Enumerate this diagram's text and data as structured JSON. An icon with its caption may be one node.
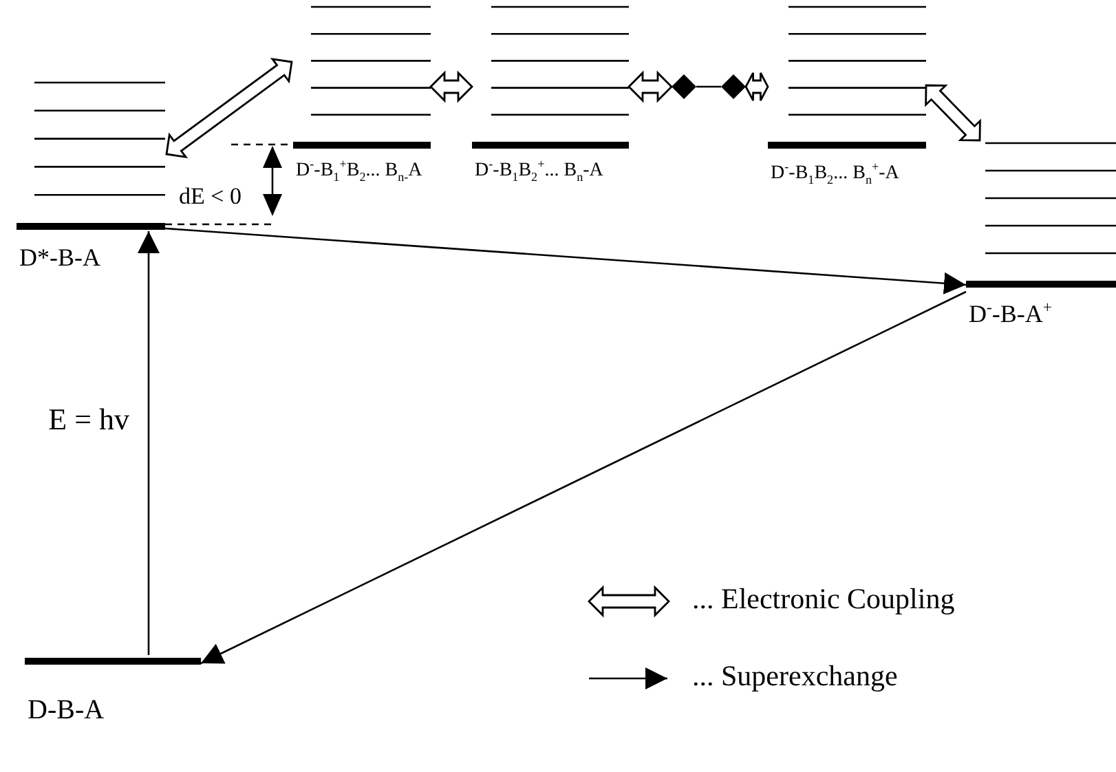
{
  "diagram": {
    "nodes": [
      {
        "text": [
          "D-B-A"
        ]
      },
      {
        "text": [
          "D*-B-A"
        ]
      },
      {
        "text": [
          "D$^{-}$-B$_{1}$$^{+}$B$_{2}$... B$_{n-}$A"
        ]
      },
      {
        "text": [
          "D$^{-}$-B$_{1}$B$_{2}$$^{+}$... B$_{n}$-A"
        ]
      },
      {
        "text": [
          "D$^{-}$-B$_{1}$B$_{2}$... B$_{n}$$^{+}$-A"
        ]
      },
      {
        "text": [
          "D$^{-}$-B-A$^{+}$"
        ]
      },
      {
        "text": [],
        "shape": "diamond"
      },
      {
        "text": [],
        "shape": "diamond"
      }
    ],
    "edges": [
      {
        "from": 0,
        "to": 1,
        "arrow": "to",
        "label": "E = hv"
      },
      {
        "from": 1,
        "to": 5,
        "arrow": "to"
      },
      {
        "from": 5,
        "to": 0,
        "arrow": "to"
      },
      {
        "from": 1,
        "to": 2,
        "arrow": "both",
        "style": "thick"
      },
      {
        "from": 2,
        "to": 3,
        "arrow": "both",
        "style": "thick"
      },
      {
        "from": 3,
        "to": 6,
        "arrow": "both",
        "style": "thick"
      },
      {
        "from": 6,
        "to": 7,
        "arrow": "none"
      },
      {
        "from": 7,
        "to": 4,
        "arrow": "both",
        "style": "thick"
      },
      {
        "from": 4,
        "to": 5,
        "arrow": "both",
        "style": "thick"
      }
    ],
    "labels": [
      "dE < 0"
    ],
    "legend": [
      {
        "text": "... Electronic Coupling"
      },
      {
        "text": "... Superexchange"
      }
    ]
  }
}
